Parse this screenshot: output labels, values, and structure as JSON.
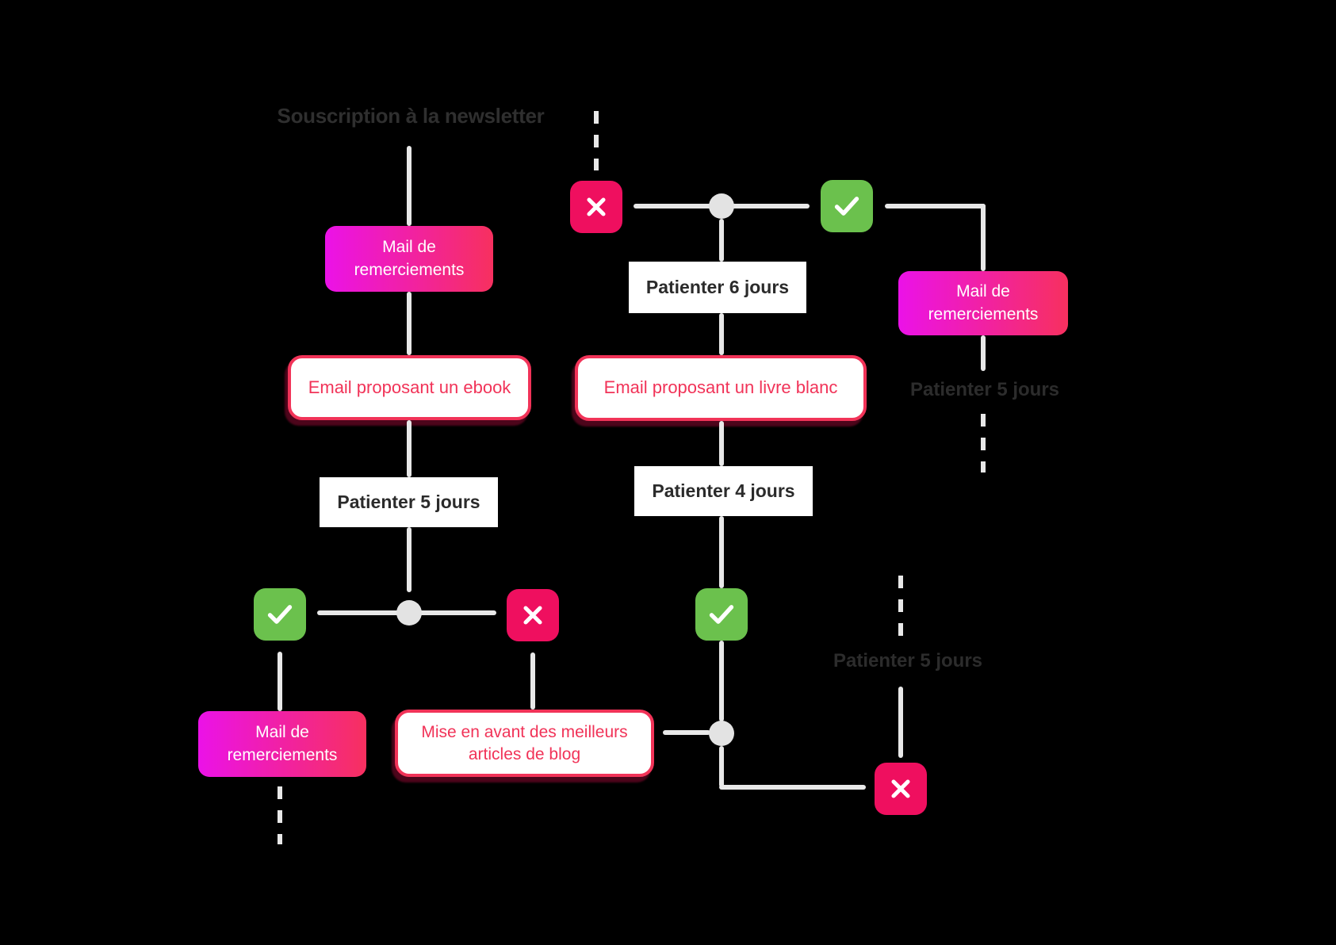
{
  "diagram": {
    "title": "Souscription à la newsletter",
    "nodes": {
      "mail_thanks_1": {
        "label": "Mail de remerciements",
        "type": "email-gradient"
      },
      "email_ebook": {
        "label": "Email proposant un ebook",
        "type": "email-outlined"
      },
      "wait_5_days": {
        "label": "Patienter 5 jours",
        "type": "wait"
      },
      "mail_thanks_2": {
        "label": "Mail de remerciements",
        "type": "email-gradient"
      },
      "best_articles": {
        "label": "Mise en avant des meilleurs articles de blog",
        "type": "email-outlined"
      },
      "wait_6_days": {
        "label": "Patienter 6 jours",
        "type": "wait"
      },
      "email_whitepaper": {
        "label": "Email proposant un livre blanc",
        "type": "email-outlined"
      },
      "wait_4_days": {
        "label": "Patienter 4 jours",
        "type": "wait"
      },
      "mail_thanks_3": {
        "label": "Mail de remerciements",
        "type": "email-gradient"
      },
      "wait_5_days_ghost_right": {
        "label": "Patienter 5 jours",
        "type": "wait-ghost"
      },
      "wait_5_days_ghost_bottom": {
        "label": "Patienter 5 jours",
        "type": "wait-ghost"
      }
    },
    "icons": {
      "approve": "check-icon",
      "reject": "cross-icon",
      "junction": "junction-dot"
    },
    "colors": {
      "background": "#000000",
      "gradient_from": "#EB12E8",
      "gradient_to": "#F7305F",
      "outline_pink": "#F13358",
      "success_green": "#6BC14D",
      "reject_pink": "#EF0F5F",
      "connector_gray": "#E8E8E8",
      "ghost_text": "#2C2C2C",
      "title_text": "#2F2F2F",
      "wait_text": "#2B2B2B"
    }
  }
}
